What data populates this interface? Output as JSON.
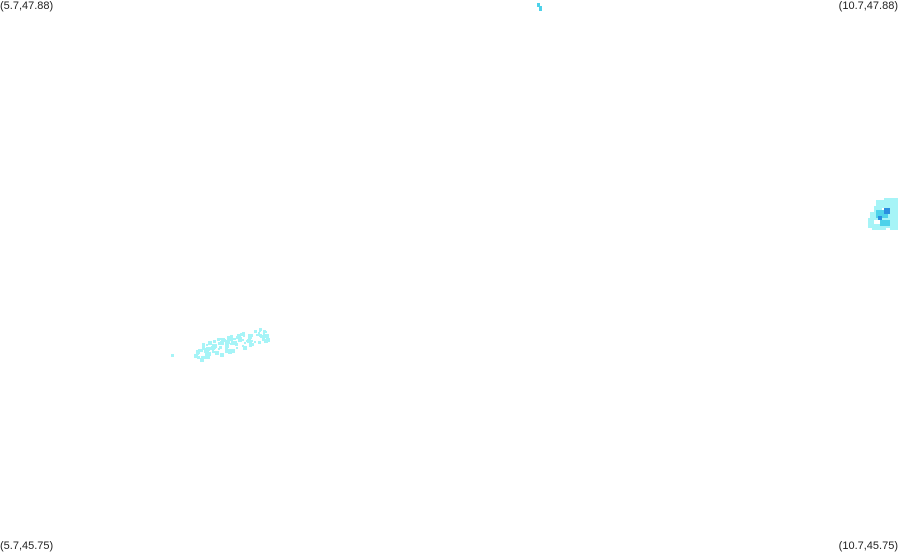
{
  "corners": {
    "top_left": "(5.7,47.88)",
    "top_right": "(10.7,47.88)",
    "bottom_left": "(5.7,45.75)",
    "bottom_right": "(10.7,45.75)"
  },
  "colors": {
    "background": "#ffffff",
    "precip_light": "#a6f4f7",
    "precip_medium": "#4dd2ea",
    "precip_heavy": "#2a8fe0"
  }
}
